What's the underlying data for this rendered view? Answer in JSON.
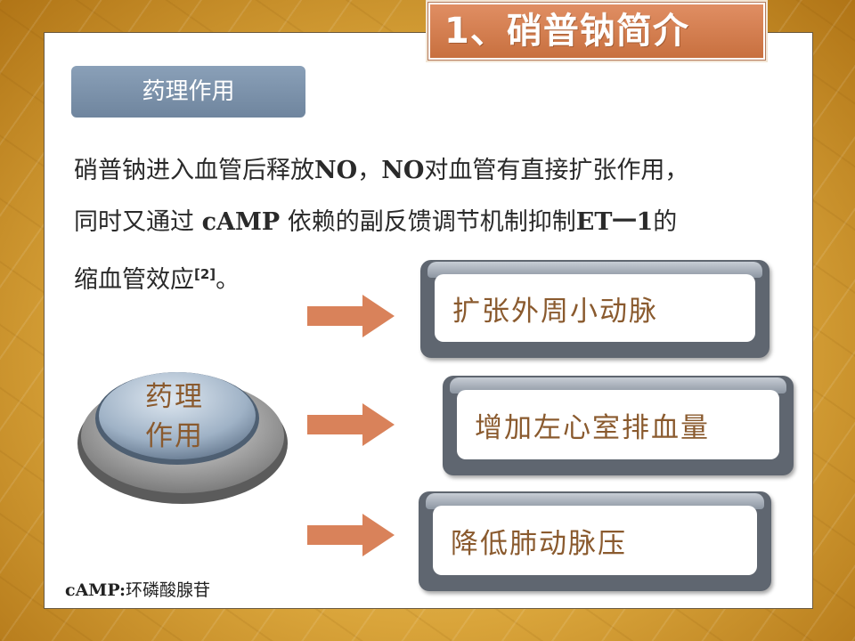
{
  "title": "1、硝普钠简介",
  "section_tag": "药理作用",
  "paragraph": {
    "line1_a": "硝普钠进入血管后释放",
    "line1_b": "NO",
    "line1_c": "，",
    "line1_d": "NO",
    "line1_e": "对血管有直接扩张作用，",
    "line2_a": "同时又通过 ",
    "line2_b": "cAMP",
    "line2_c": " 依赖的副反馈调节机制抑制",
    "line2_d": "ET一1",
    "line2_e": "的",
    "line3_a": "缩血管效应",
    "line3_ref": "[2]",
    "line3_b": "。"
  },
  "center_button": {
    "line1": "药理",
    "line2": "作用"
  },
  "effects": [
    {
      "label": "扩张外周小动脉"
    },
    {
      "label": "增加左心室排血量"
    },
    {
      "label": "降低肺动脉压"
    }
  ],
  "footnote": {
    "term": "cAMP:",
    "meaning": "环磷酸腺苷"
  },
  "colors": {
    "accent_orange": "#d9825a",
    "tag_blue": "#7a90a8",
    "effect_text": "#8a5a2e",
    "background_gold": "#d9a43a"
  }
}
